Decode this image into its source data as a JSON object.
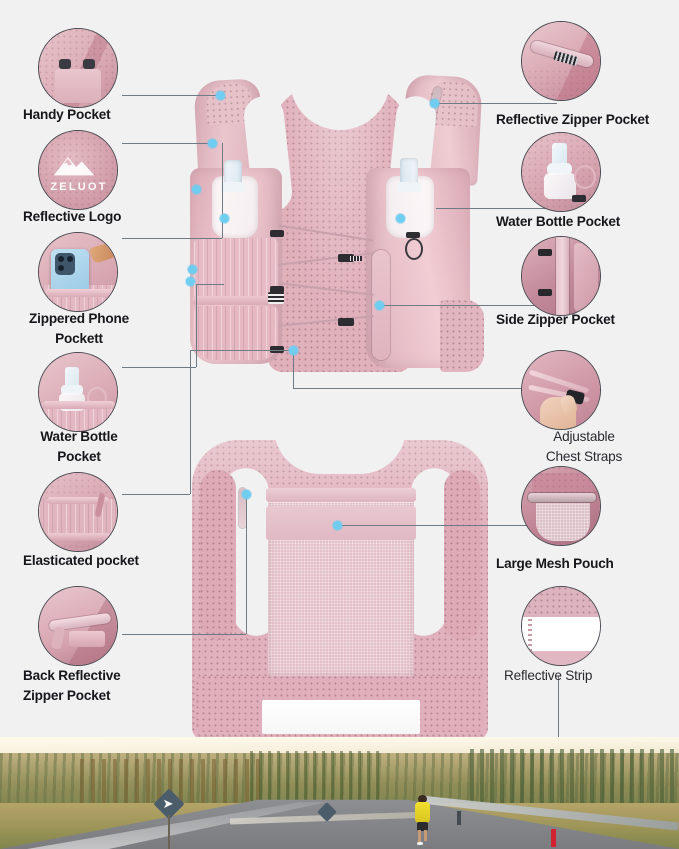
{
  "page": {
    "background_color": "#f1f1f1",
    "accent_dot_color": "#6fcdf0",
    "connector_color": "#6e7b85",
    "product_color": "#e3b9c2"
  },
  "brand": {
    "logo_text": "ZELUOT",
    "logo_icon": "mountain-icon"
  },
  "features_left": [
    {
      "id": "handy-pocket",
      "label": "Handy Pocket",
      "align": "left"
    },
    {
      "id": "reflective-logo",
      "label": "Reflective Logo",
      "align": "left"
    },
    {
      "id": "zippered-phone-pocket",
      "label": "Zippered Phone\nPockett",
      "align": "center"
    },
    {
      "id": "water-bottle-pocket-left",
      "label": "Water Bottle\nPocket",
      "align": "center"
    },
    {
      "id": "elasticated-pocket",
      "label": "Elasticated pocket",
      "align": "left"
    },
    {
      "id": "back-reflective-zipper-pocket",
      "label": "Back Reflective\nZipper Pocket",
      "align": "left"
    }
  ],
  "features_right": [
    {
      "id": "reflective-zipper-pocket",
      "label": "Reflective Zipper Pocket",
      "align": "left"
    },
    {
      "id": "water-bottle-pocket-right",
      "label": "Water Bottle Pocket",
      "align": "left"
    },
    {
      "id": "side-zipper-pocket",
      "label": "Side Zipper Pocket",
      "align": "left"
    },
    {
      "id": "adjustable-chest-straps",
      "label": "Adjustable\nChest Straps",
      "align": "center"
    },
    {
      "id": "large-mesh-pouch",
      "label": "Large Mesh Pouch",
      "align": "left"
    },
    {
      "id": "reflective-strip",
      "label": "Reflective Strip",
      "align": "left"
    }
  ],
  "product_views": {
    "front": "front-view-hydration-vest",
    "back": "back-view-hydration-vest"
  },
  "scene": {
    "name": "runner-on-mountain-road-photo"
  }
}
